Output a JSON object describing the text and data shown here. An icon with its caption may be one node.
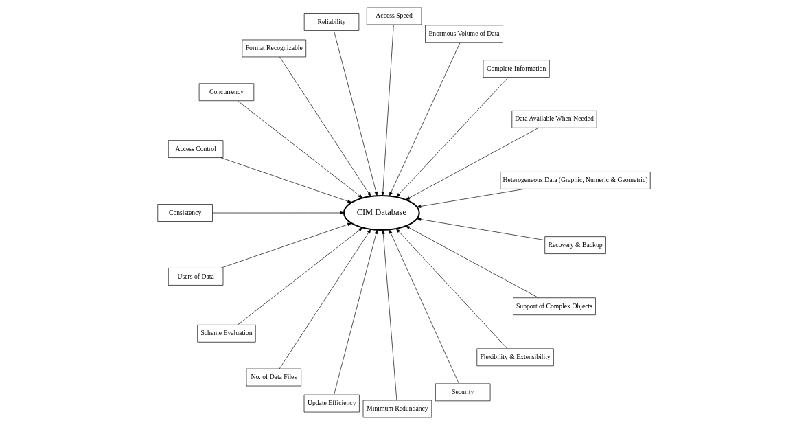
{
  "diagram": {
    "nodes": [
      {
        "text": [
          "CIM Database"
        ]
      },
      {
        "text": [
          "Heterogeneous Data (Graphic, Numeric & Geometric)"
        ]
      },
      {
        "text": [
          "Data Available When Needed"
        ]
      },
      {
        "text": [
          "Complete Information"
        ]
      },
      {
        "text": [
          "Enormous Volume of Data"
        ]
      },
      {
        "text": [
          "Access Speed"
        ]
      },
      {
        "text": [
          "Reliability"
        ]
      },
      {
        "text": [
          "Format Recognizable"
        ]
      },
      {
        "text": [
          "Concurrency"
        ]
      },
      {
        "text": [
          "Access Control"
        ]
      },
      {
        "text": [
          "Consistency"
        ]
      },
      {
        "text": [
          "Users of Data"
        ]
      },
      {
        "text": [
          "Scheme Evaluation"
        ]
      },
      {
        "text": [
          "No. of Data Files"
        ]
      },
      {
        "text": [
          "Update Efficiency"
        ]
      },
      {
        "text": [
          "Minimum Redundancy"
        ]
      },
      {
        "text": [
          "Security"
        ]
      },
      {
        "text": [
          "Flexibility & Extensibility"
        ]
      },
      {
        "text": [
          "Support of Complex Objects"
        ]
      },
      {
        "text": [
          "Recovery & Backup"
        ]
      }
    ],
    "edges": [
      {
        "from": 1,
        "to": 0,
        "arrow": "to"
      },
      {
        "from": 2,
        "to": 0,
        "arrow": "to"
      },
      {
        "from": 3,
        "to": 0,
        "arrow": "to"
      },
      {
        "from": 4,
        "to": 0,
        "arrow": "to"
      },
      {
        "from": 5,
        "to": 0,
        "arrow": "to"
      },
      {
        "from": 6,
        "to": 0,
        "arrow": "to"
      },
      {
        "from": 7,
        "to": 0,
        "arrow": "to"
      },
      {
        "from": 8,
        "to": 0,
        "arrow": "to"
      },
      {
        "from": 9,
        "to": 0,
        "arrow": "to"
      },
      {
        "from": 10,
        "to": 0,
        "arrow": "to"
      },
      {
        "from": 11,
        "to": 0,
        "arrow": "to"
      },
      {
        "from": 12,
        "to": 0,
        "arrow": "to"
      },
      {
        "from": 13,
        "to": 0,
        "arrow": "to"
      },
      {
        "from": 14,
        "to": 0,
        "arrow": "to"
      },
      {
        "from": 15,
        "to": 0,
        "arrow": "to"
      },
      {
        "from": 16,
        "to": 0,
        "arrow": "to"
      },
      {
        "from": 17,
        "to": 0,
        "arrow": "to"
      },
      {
        "from": 18,
        "to": 0,
        "arrow": "to"
      },
      {
        "from": 19,
        "to": 0,
        "arrow": "to"
      }
    ]
  }
}
